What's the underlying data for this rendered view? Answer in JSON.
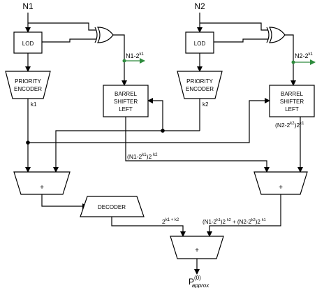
{
  "inputs": {
    "n1": "N1",
    "n2": "N2"
  },
  "blocks": {
    "lod": "LOD",
    "priority_encoder": [
      "PRIORITY",
      "ENCODER"
    ],
    "barrel_shifter": [
      "BARREL",
      "SHIFTER",
      "LEFT"
    ],
    "adder_symbol": "+",
    "decoder": "DECODER"
  },
  "signals": {
    "k1": "k1",
    "k2": "k2",
    "n1_minus": "N1-2",
    "n1_minus_exp": "k1",
    "n2_minus": "N2-2",
    "n2_minus_exp": "k1",
    "n1_shift_base": "(N1-2",
    "n1_shift_exp1": "k1",
    "n1_shift_mid": ")2",
    "n1_shift_exp2": "k2",
    "n2_shift_base": "(N2-2",
    "n2_shift_exp1": "k2",
    "n2_shift_mid": ")2",
    "n2_shift_exp2": "k1",
    "decoder_base": "2",
    "decoder_exp": "k1 + k2",
    "sum_a": "(N1-2",
    "sum_a_exp1": "k1",
    "sum_a_mid": ")2",
    "sum_a_exp2": "k2",
    "sum_plus": " + ",
    "sum_b": "(N2-2",
    "sum_b_exp1": "k2",
    "sum_b_mid": ")2",
    "sum_b_exp2": "k1",
    "output_base": "P",
    "output_sup": "(0)",
    "output_sub": "approx"
  },
  "colors": {
    "line": "#000000",
    "tap_output": "#2e8b3d"
  }
}
